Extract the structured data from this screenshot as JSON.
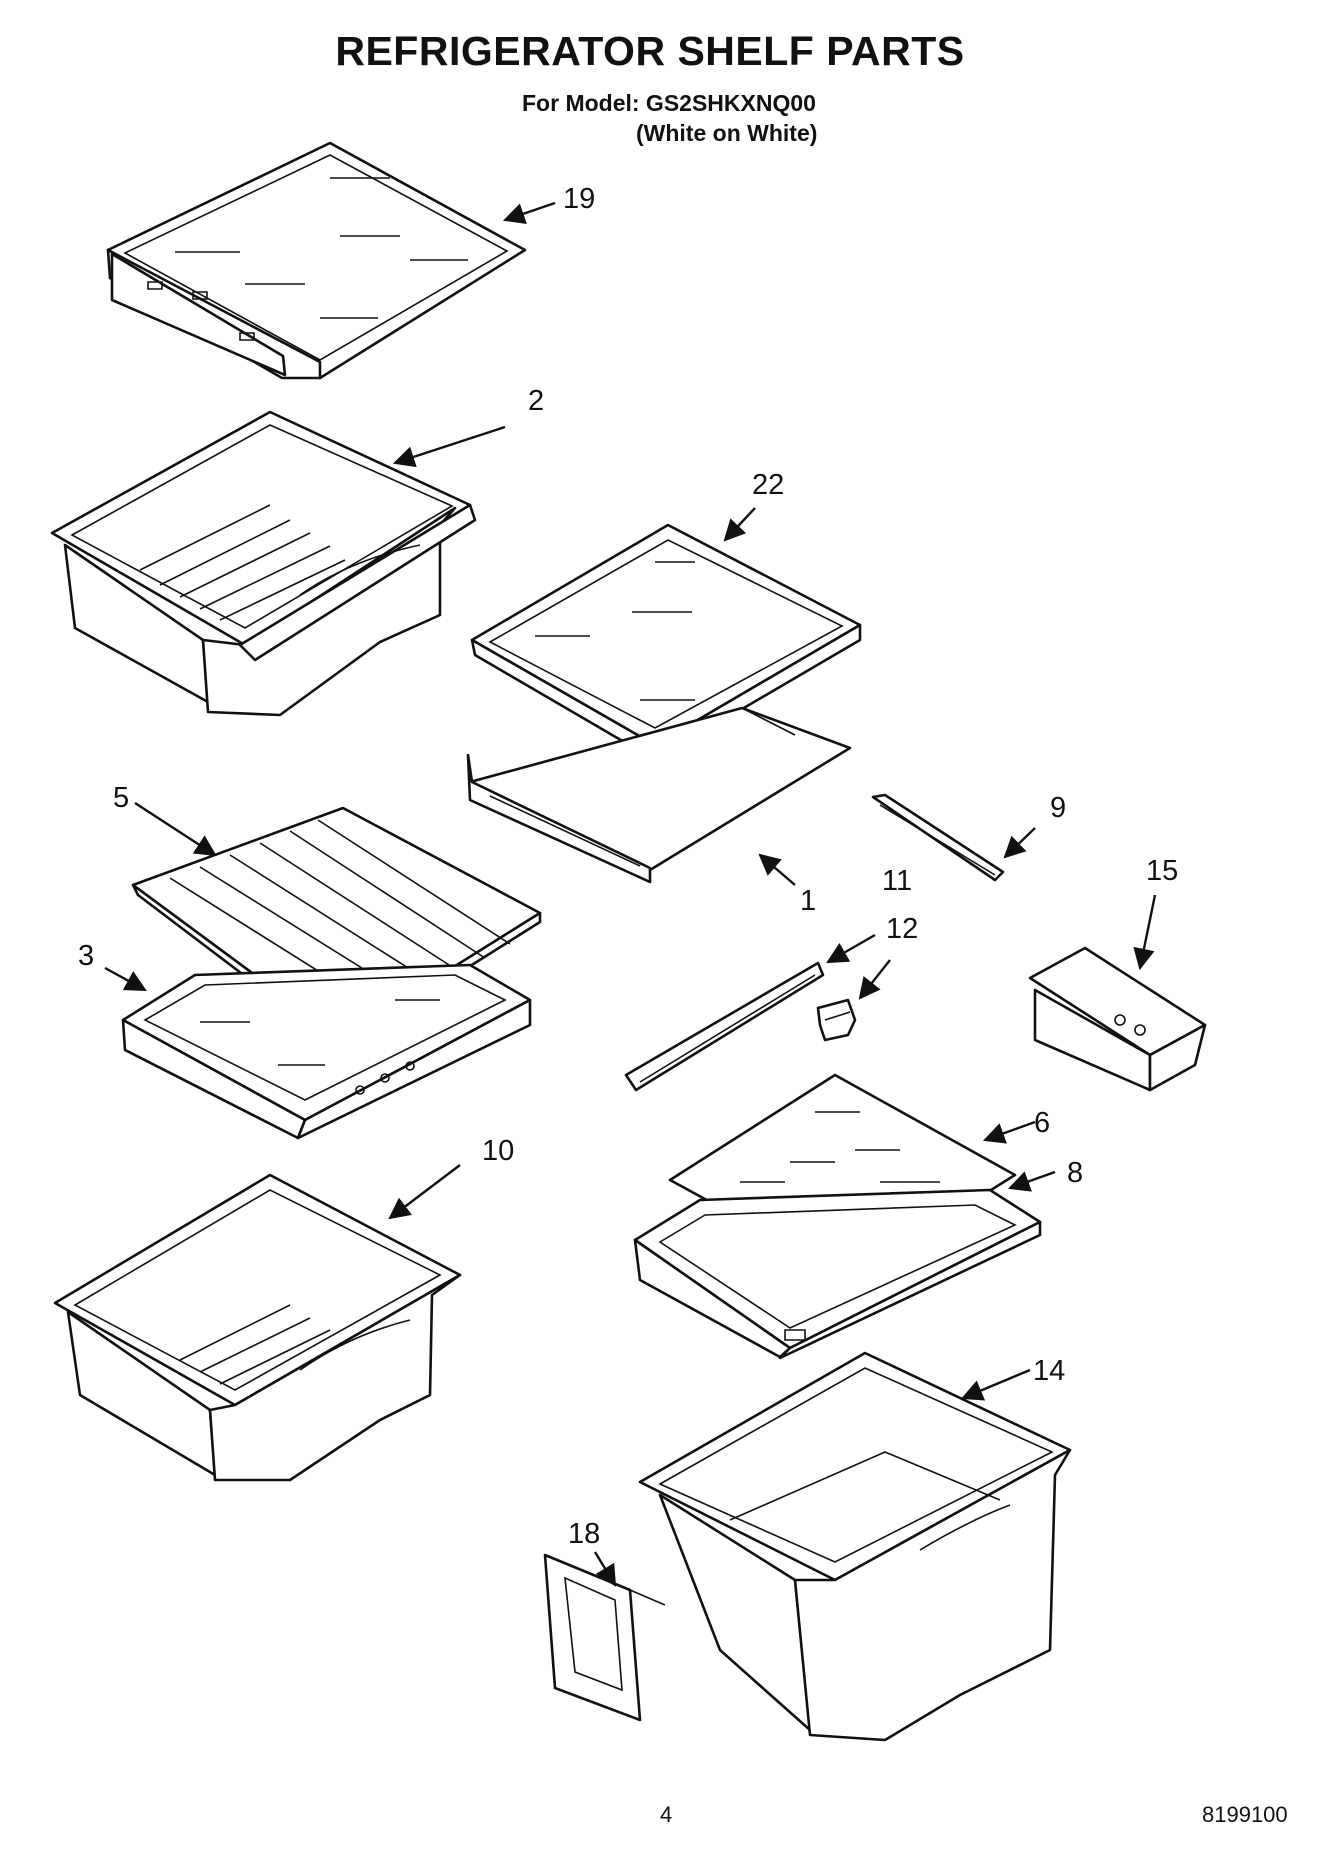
{
  "header": {
    "title": "REFRIGERATOR SHELF PARTS",
    "model": "For Model: GS2SHKXNQ00",
    "variant": "(White on White)"
  },
  "callouts": {
    "c19": "19",
    "c2": "2",
    "c22": "22",
    "c5": "5",
    "c3": "3",
    "c1": "1",
    "c9": "9",
    "c11": "11",
    "c12": "12",
    "c15": "15",
    "c10": "10",
    "c6": "6",
    "c8": "8",
    "c14": "14",
    "c18": "18"
  },
  "footer": {
    "page_number": "4",
    "doc_number": "8199100"
  }
}
